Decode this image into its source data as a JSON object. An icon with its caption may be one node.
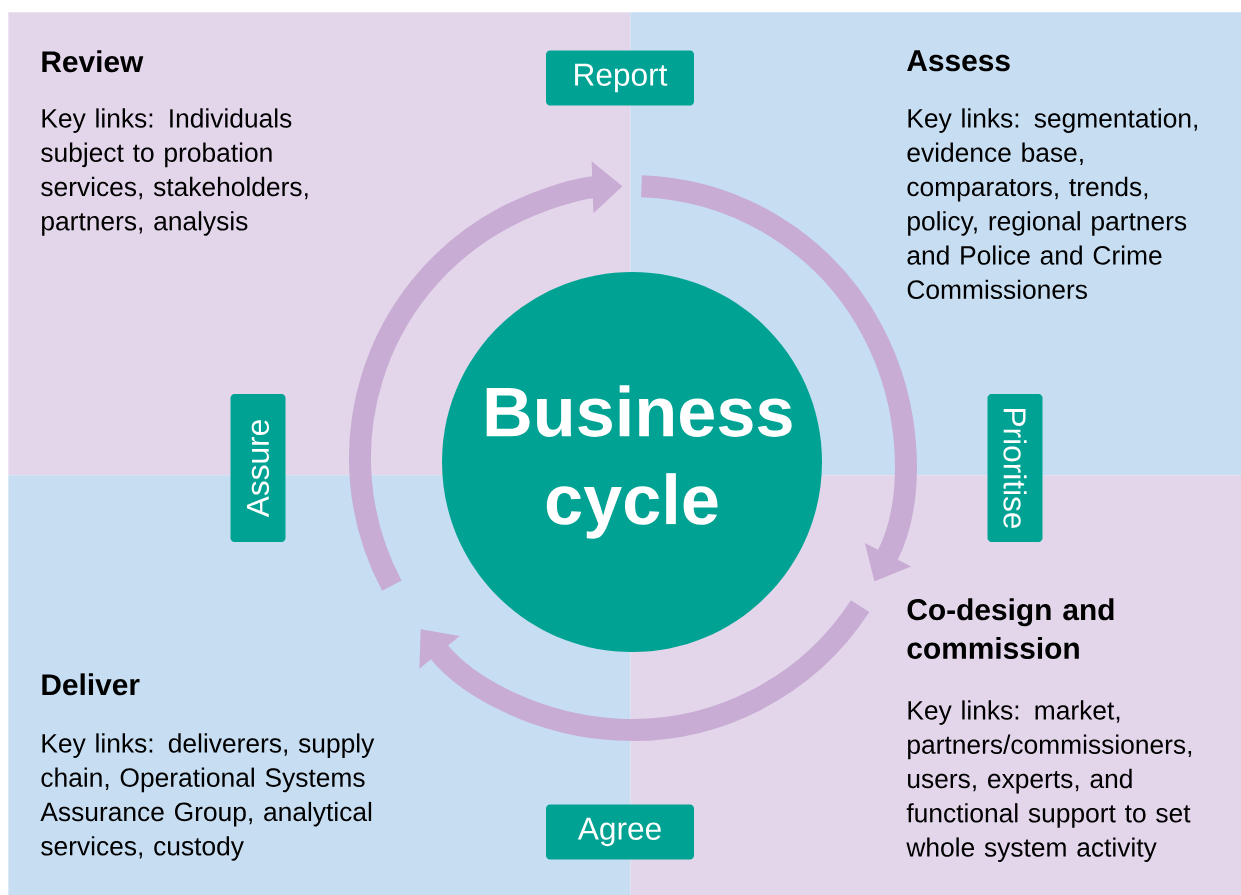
{
  "diagram": {
    "nodes": [
      {
        "text": [
          "Review",
          "Key links: Individuals subject to probation services, stakeholders, partners, analysis"
        ]
      },
      {
        "text": [
          "Report"
        ]
      },
      {
        "text": [
          "Assess",
          "Key links: segmentation, evidence base, comparators, trends, policy, regional partners and Police and Crime Commissioners"
        ]
      },
      {
        "text": [
          "Assure"
        ]
      },
      {
        "text": [
          "Business cycle"
        ]
      },
      {
        "text": [
          "Prioritise"
        ]
      },
      {
        "text": [
          "Co-design and commission",
          "Key links: market, partners/commissioners, users, experts, and functional support to set whole system activity"
        ]
      },
      {
        "text": [
          "Deliver",
          "Key links: deliverers, supply chain, Operational Systems Assurance Group, analytical services, custody"
        ]
      },
      {
        "text": [
          "Agree"
        ]
      }
    ],
    "edges": [
      {
        "from": 2,
        "to": 6,
        "arrow": "to"
      },
      {
        "from": 6,
        "to": 7,
        "arrow": "to"
      },
      {
        "from": 7,
        "to": 0,
        "arrow": "to"
      }
    ]
  }
}
